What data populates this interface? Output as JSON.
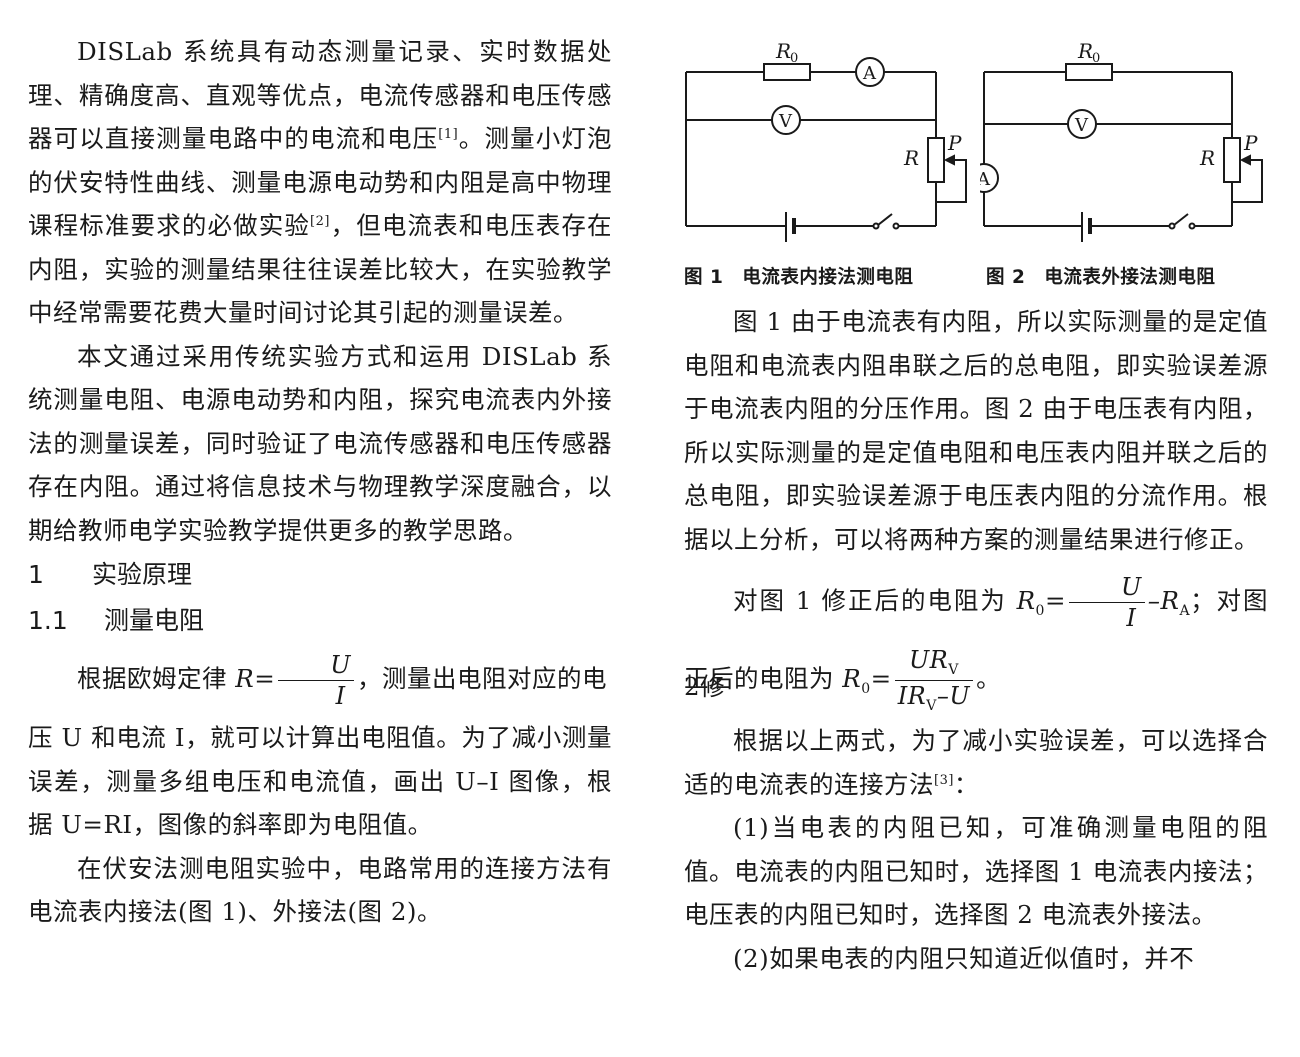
{
  "left_column": {
    "para1": "DISLab 系统具有动态测量记录、实时数据处理、精确度高、直观等优点，电流传感器和电压传感器可以直接测量电路中的电流和电压",
    "para1_ref": "[1]",
    "para1_b": "。测量小灯泡的伏安特性曲线、测量电源电动势和内阻是高中物理课程标准要求的必做实验",
    "para1_ref2": "[2]",
    "para1_c": "，但电流表和电压表存在内阻，实验的测量结果往往误差比较大，在实验教学中经常需要花费大量时间讨论其引起的测量误差。",
    "para2": "本文通过采用传统实验方式和运用 DISLab 系统测量电阻、电源电动势和内阻，探究电流表内外接法的测量误差，同时验证了电流传感器和电压传感器存在内阻。通过将信息技术与物理教学深度融合，以期给教师电学实验教学提供更多的教学思路。",
    "heading1_num": "1",
    "heading1": "实验原理",
    "heading2_num": "1.1",
    "heading2": "测量电阻",
    "para3_a": "根据欧姆定律",
    "formula_R": "R=",
    "frac_U": "U",
    "frac_I": "I",
    "para3_b": "，测量出电阻对应的电",
    "para4": "压 U 和电流 I，就可以计算出电阻值。为了减小测量误差，测量多组电压和电流值，画出 U–I 图像，根据 U=RI，图像的斜率即为电阻值。",
    "para5": "在伏安法测电阻实验中，电路常用的连接方法有电流表内接法(图 1)、外接法(图 2)。"
  },
  "figures": {
    "fig1_caption": "图 1　电流表内接法测电阻",
    "fig2_caption": "图 2　电流表外接法测电阻",
    "label_R0": "R",
    "label_R0_sub": "0",
    "label_R": "R",
    "label_P": "P",
    "label_A": "A",
    "label_V": "V"
  },
  "right_column": {
    "para1": "图 1 由于电流表有内阻，所以实际测量的是定值电阻和电流表内阻串联之后的总电阻，即实验误差源于电流表内阻的分压作用。图 2 由于电压表有内阻，所以实际测量的是定值电阻和电压表内阻并联之后的总电阻，即实验误差源于电压表内阻的分流作用。根据以上分析，可以将两种方案的测量结果进行修正。",
    "para2_a": "对图 1 修正后的电阻为",
    "f1_lhs": "R",
    "f1_lhs_sub": "0",
    "f1_eq": "=",
    "f1_num": "U",
    "f1_den": "I",
    "f1_rest": "–R",
    "f1_rest_sub": "A",
    "para2_b": "；对图 2修",
    "para3_a": "正后的电阻为",
    "f2_lhs": "R",
    "f2_lhs_sub": "0",
    "f2_eq": "=",
    "f2_num": "UR",
    "f2_num_sub": "V",
    "f2_den_a": "IR",
    "f2_den_sub": "V",
    "f2_den_b": "–U",
    "para3_b": "。",
    "para4": "根据以上两式，为了减小实验误差，可以选择合适的电流表的连接方法",
    "para4_ref": "[3]",
    "para4_end": "：",
    "para5": "(1)当电表的内阻已知，可准确测量电阻的阻值。电流表的内阻已知时，选择图 1 电流表内接法；电压表的内阻已知时，选择图 2 电流表外接法。",
    "para6": "(2)如果电表的内阻只知道近似值时，并不"
  }
}
